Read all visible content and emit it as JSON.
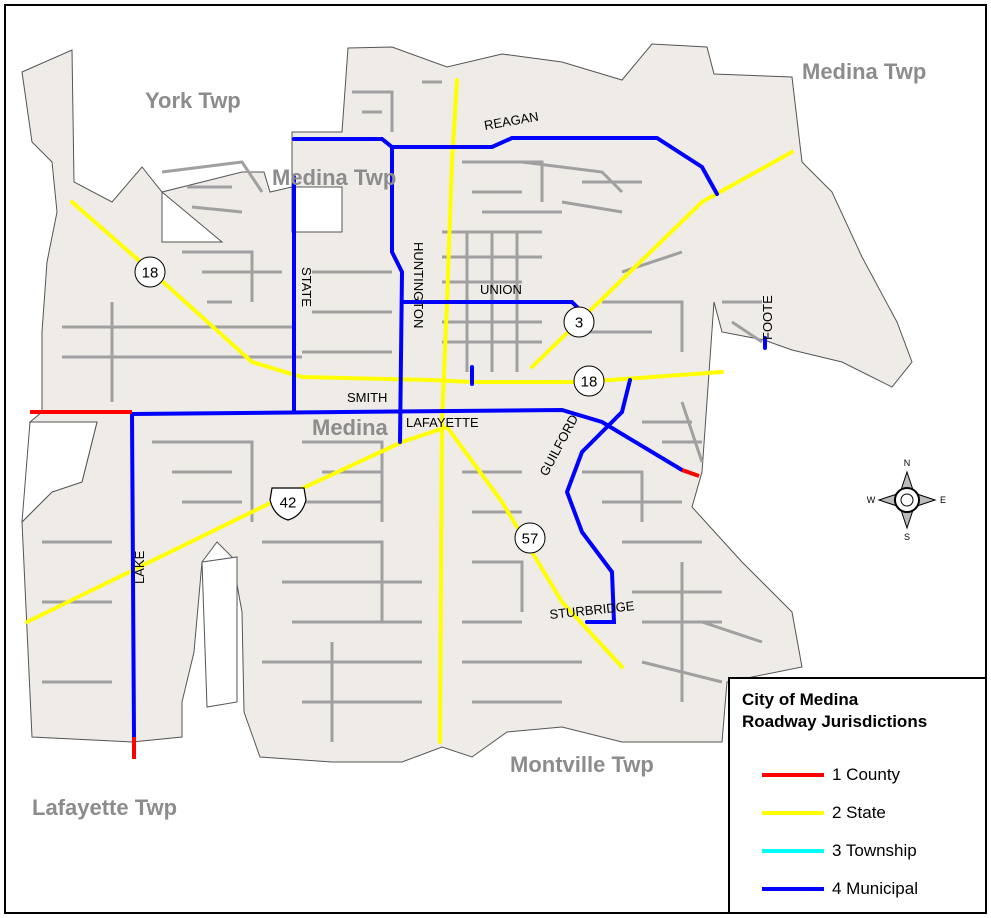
{
  "map": {
    "townships": [
      "York Twp",
      "Medina Twp",
      "Medina Twp",
      "Lafayette Twp",
      "Montville Twp"
    ],
    "city_label": "Medina",
    "streets": {
      "reagan": "REAGAN",
      "huntington": "HUNTINGTON",
      "state": "STATE",
      "union": "UNION",
      "smith": "SMITH",
      "lafayette": "LAFAYETTE",
      "guilford": "GUILFORD",
      "sturbridge": "STURBRIDGE",
      "lake": "LAKE",
      "foote": "FOOTE"
    },
    "route_shields": [
      "18",
      "3",
      "18",
      "57",
      "42"
    ],
    "compass": {
      "n": "N",
      "s": "S",
      "e": "E",
      "w": "W"
    },
    "colors": {
      "county": "#ff0000",
      "state": "#ffff00",
      "township": "#00ffff",
      "municipal": "#0000ff",
      "land": "#efebe7",
      "minor_road": "#a0a0a0"
    }
  },
  "legend": {
    "title_line1": "City of Medina",
    "title_line2": "Roadway Jurisdictions",
    "items": [
      {
        "label": "1 County",
        "color": "#ff0000"
      },
      {
        "label": "2 State",
        "color": "#ffff00"
      },
      {
        "label": "3 Township",
        "color": "#00ffff"
      },
      {
        "label": "4 Municipal",
        "color": "#0000ff"
      }
    ]
  }
}
